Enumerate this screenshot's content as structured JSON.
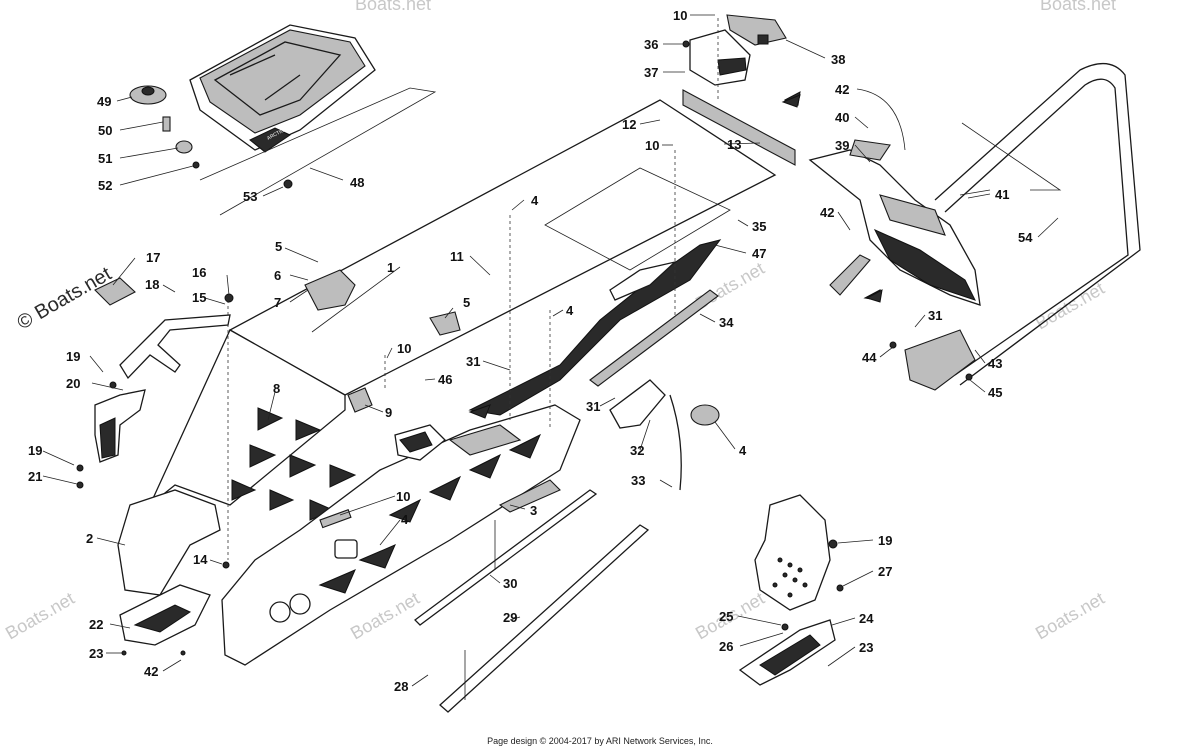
{
  "watermark": {
    "text": "Boats.net",
    "copyright_text": "© Boats.net"
  },
  "footer": {
    "text": "Page design © 2004-2017 by ARI Network Services, Inc."
  },
  "brand_decal": {
    "text": "ARCTIC CAT"
  },
  "callouts": [
    {
      "id": "c10a",
      "label": "10"
    },
    {
      "id": "c36",
      "label": "36"
    },
    {
      "id": "c37",
      "label": "37"
    },
    {
      "id": "c38",
      "label": "38"
    },
    {
      "id": "c49",
      "label": "49"
    },
    {
      "id": "c50",
      "label": "50"
    },
    {
      "id": "c51",
      "label": "51"
    },
    {
      "id": "c52",
      "label": "52"
    },
    {
      "id": "c53",
      "label": "53"
    },
    {
      "id": "c48",
      "label": "48"
    },
    {
      "id": "c12",
      "label": "12"
    },
    {
      "id": "c10b",
      "label": "10"
    },
    {
      "id": "c13",
      "label": "13"
    },
    {
      "id": "c42a",
      "label": "42"
    },
    {
      "id": "c40",
      "label": "40"
    },
    {
      "id": "c39",
      "label": "39"
    },
    {
      "id": "c41",
      "label": "41"
    },
    {
      "id": "c42b",
      "label": "42"
    },
    {
      "id": "c54",
      "label": "54"
    },
    {
      "id": "c4a",
      "label": "4"
    },
    {
      "id": "c35",
      "label": "35"
    },
    {
      "id": "c47",
      "label": "47"
    },
    {
      "id": "c5a",
      "label": "5"
    },
    {
      "id": "c1",
      "label": "1"
    },
    {
      "id": "c11",
      "label": "11"
    },
    {
      "id": "c17",
      "label": "17"
    },
    {
      "id": "c18",
      "label": "18"
    },
    {
      "id": "c16",
      "label": "16"
    },
    {
      "id": "c15",
      "label": "15"
    },
    {
      "id": "c6",
      "label": "6"
    },
    {
      "id": "c7",
      "label": "7"
    },
    {
      "id": "c5b",
      "label": "5"
    },
    {
      "id": "c4b",
      "label": "4"
    },
    {
      "id": "c34",
      "label": "34"
    },
    {
      "id": "c31a",
      "label": "31"
    },
    {
      "id": "c19a",
      "label": "19"
    },
    {
      "id": "c20",
      "label": "20"
    },
    {
      "id": "c10c",
      "label": "10"
    },
    {
      "id": "c31b",
      "label": "31"
    },
    {
      "id": "c46",
      "label": "46"
    },
    {
      "id": "c44",
      "label": "44"
    },
    {
      "id": "c43",
      "label": "43"
    },
    {
      "id": "c45",
      "label": "45"
    },
    {
      "id": "c8",
      "label": "8"
    },
    {
      "id": "c9",
      "label": "9"
    },
    {
      "id": "c31c",
      "label": "31"
    },
    {
      "id": "c32",
      "label": "32"
    },
    {
      "id": "c4c",
      "label": "4"
    },
    {
      "id": "c19b",
      "label": "19"
    },
    {
      "id": "c21",
      "label": "21"
    },
    {
      "id": "c33",
      "label": "33"
    },
    {
      "id": "c10d",
      "label": "10"
    },
    {
      "id": "c3",
      "label": "3"
    },
    {
      "id": "c2",
      "label": "2"
    },
    {
      "id": "c4d",
      "label": "4"
    },
    {
      "id": "c14",
      "label": "14"
    },
    {
      "id": "c19c",
      "label": "19"
    },
    {
      "id": "c27",
      "label": "27"
    },
    {
      "id": "c30",
      "label": "30"
    },
    {
      "id": "c22",
      "label": "22"
    },
    {
      "id": "c29",
      "label": "29"
    },
    {
      "id": "c25",
      "label": "25"
    },
    {
      "id": "c24",
      "label": "24"
    },
    {
      "id": "c23a",
      "label": "23"
    },
    {
      "id": "c42c",
      "label": "42"
    },
    {
      "id": "c26",
      "label": "26"
    },
    {
      "id": "c23b",
      "label": "23"
    },
    {
      "id": "c28",
      "label": "28"
    }
  ]
}
